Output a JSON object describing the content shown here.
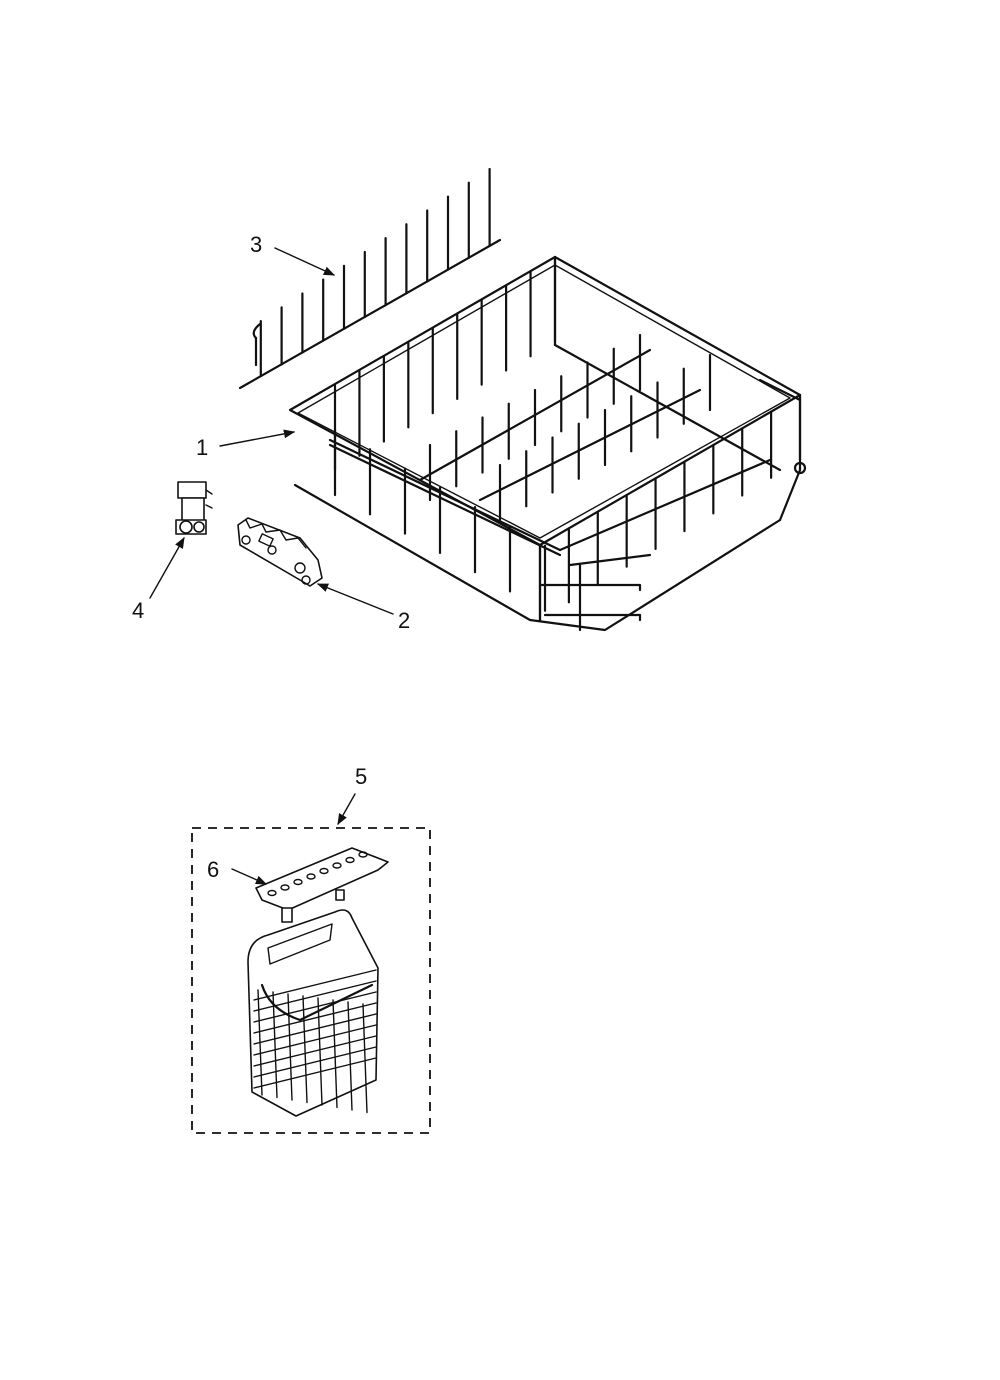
{
  "callouts": {
    "part1": "1",
    "part2": "2",
    "part3": "3",
    "part4": "4",
    "part5": "5",
    "part6": "6"
  },
  "colors": {
    "line": "#111111",
    "background": "#ffffff"
  }
}
